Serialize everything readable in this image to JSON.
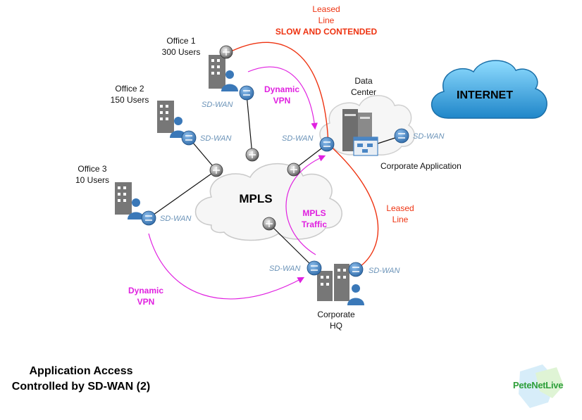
{
  "offices": {
    "office1": {
      "name": "Office 1",
      "users": "300 Users"
    },
    "office2": {
      "name": "Office 2",
      "users": "150 Users"
    },
    "office3": {
      "name": "Office 3",
      "users": "10 Users"
    }
  },
  "sdwan_label": "SD-WAN",
  "mpls_label": "MPLS",
  "internet_label": "INTERNET",
  "data_center": {
    "line1": "Data",
    "line2": "Center"
  },
  "corporate_application": "Corporate Application",
  "corporate_hq": {
    "line1": "Corporate",
    "line2": "HQ"
  },
  "leased_line_top": {
    "line1": "Leased",
    "line2": "Line",
    "note": "SLOW AND CONTENDED"
  },
  "leased_line_right": {
    "line1": "Leased",
    "line2": "Line"
  },
  "dynamic_vpn_top": {
    "line1": "Dynamic",
    "line2": "VPN"
  },
  "dynamic_vpn_bottom": {
    "line1": "Dynamic",
    "line2": "VPN"
  },
  "mpls_traffic": {
    "line1": "MPLS",
    "line2": "Traffic"
  },
  "caption": {
    "line1": "Application Access",
    "line2": "Controlled by SD-WAN (2)"
  },
  "logo_text": "PeteNetLive",
  "colors": {
    "leased_line": "#ee3311",
    "vpn": "#e020e0",
    "sdwan_text": "#6b93b8",
    "internet_cloud": "#2aa7e6",
    "router": "#4a86c5"
  }
}
